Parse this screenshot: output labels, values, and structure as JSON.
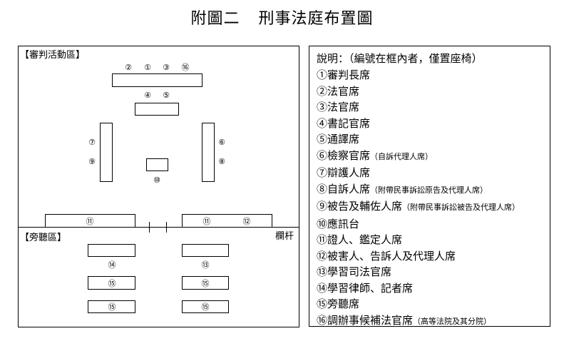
{
  "title": {
    "appendix": "附圖二",
    "name": "刑事法庭布置圖"
  },
  "diagram": {
    "trial_area_label": "【審判活動區】",
    "gallery_area_label": "【旁聽區】",
    "railing_label": "欄杆",
    "marker_labels": [
      "②",
      "①",
      "③",
      "⑯",
      "④",
      "⑤",
      "⑦",
      "⑨",
      "⑥",
      "⑧",
      "⑩",
      "⑪",
      "⑪",
      "⑫",
      "⑭",
      "⑬",
      "⑮",
      "⑮",
      "⑮",
      "⑮"
    ]
  },
  "legend": {
    "heading": "說明：（編號在框內者，僅置座椅）",
    "items": [
      {
        "num": "①",
        "text": "審判長席",
        "note": ""
      },
      {
        "num": "②",
        "text": "法官席",
        "note": ""
      },
      {
        "num": "③",
        "text": "法官席",
        "note": ""
      },
      {
        "num": "④",
        "text": "書記官席",
        "note": ""
      },
      {
        "num": "⑤",
        "text": "通譯席",
        "note": ""
      },
      {
        "num": "⑥",
        "text": "檢察官席",
        "note": "（自訴代理人席）"
      },
      {
        "num": "⑦",
        "text": "辯護人席",
        "note": ""
      },
      {
        "num": "⑧",
        "text": "自訴人席",
        "note": "（附帶民事訴訟原告及代理人席）"
      },
      {
        "num": "⑨",
        "text": "被告及輔佐人席",
        "note": "（附帶民事訴訟被告及代理人席）"
      },
      {
        "num": "⑩",
        "text": "應訊台",
        "note": ""
      },
      {
        "num": "⑪",
        "text": "證人、鑑定人席",
        "note": ""
      },
      {
        "num": "⑫",
        "text": "被害人、告訴人及代理人席",
        "note": ""
      },
      {
        "num": "⑬",
        "text": "學習司法官席",
        "note": ""
      },
      {
        "num": "⑭",
        "text": "學習律師、記者席",
        "note": ""
      },
      {
        "num": "⑮",
        "text": "旁聽席",
        "note": ""
      },
      {
        "num": "⑯",
        "text": "調辦事候補法官席",
        "note": "（高等法院及其分院）"
      }
    ]
  }
}
